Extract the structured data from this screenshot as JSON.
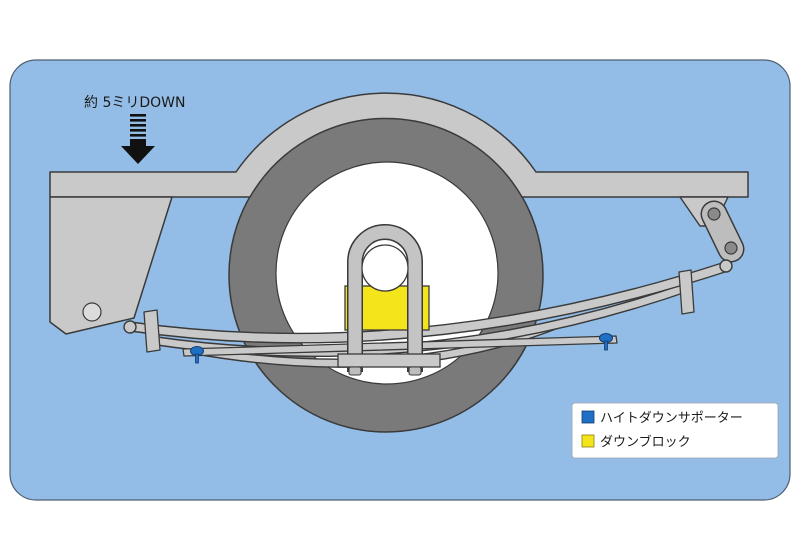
{
  "annotation": {
    "text": "約 5ミリDOWN",
    "icon": "down-arrow-icon"
  },
  "legend": {
    "items": [
      {
        "label": "ハイトダウンサポーター",
        "color": "#1f6fc4"
      },
      {
        "label": "ダウンブロック",
        "color": "#f4e41c"
      }
    ]
  },
  "colors": {
    "panel": "#93bde6",
    "frame": "#c9c9c9",
    "tire": "#7a7a7a",
    "outline": "#3a3a3a",
    "down_block": "#f4e41c",
    "height_down_supporter": "#1f6fc4"
  }
}
